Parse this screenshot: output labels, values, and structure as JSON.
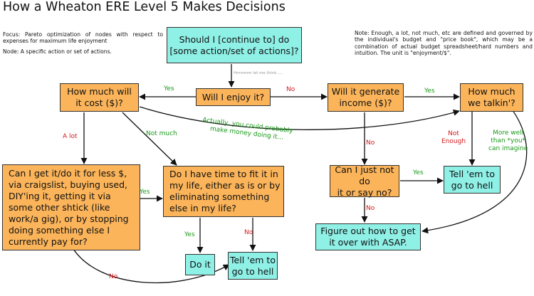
{
  "title": "How a Wheaton ERE Level 5 Makes Decisions",
  "notes": {
    "focus": "Focus: Pareto optimization of nodes with respect to expenses for maximum life enjoyment",
    "node": "Node: A specific action or set of actions.",
    "definition": "Note: Enough, a lot, not much, etc are defined and governed by the individual's budget and \"price book\", which may be a combination of actual budget spreadsheet/hard numbers and intuition. The unit is \"enjoyment/$\"."
  },
  "nodes": {
    "start": [
      "Should I [continue to] do",
      "[some action/set of actions]?"
    ],
    "enjoy": "Will I enjoy it?",
    "cost": [
      "How much will",
      "it cost ($)?"
    ],
    "income": [
      "Will it generate",
      "income ($)?"
    ],
    "how_much": [
      "How much",
      "we talkin'?"
    ],
    "cheaper": [
      "Can I get it/do it for less $,",
      "via craigslist, buying used,",
      "DIY'ing it, getting it via",
      "some other shtick (like",
      "work/a gig), or by stopping",
      "doing something else I",
      "currently pay for?"
    ],
    "time": [
      "Do I have time to fit it in",
      "my life, either as is or by",
      "eliminating something",
      "else in my life?"
    ],
    "not_do": [
      "Can I just not do",
      "it or say no?"
    ],
    "hell_1": [
      "Tell 'em to",
      "go to hell"
    ],
    "hell_2": [
      "Tell 'em to",
      "go to hell"
    ],
    "get_over": [
      "Figure out how to get",
      "it over with ASAP."
    ],
    "do_it": "Do it"
  },
  "labels": {
    "thinking": "Hmmmm let me think.....",
    "yes_enjoy": "Yes",
    "no_enjoy": "No",
    "yes_income": "Yes",
    "a_lot": "A lot",
    "not_much": "Not much",
    "actually": [
      "Actually, you could probably",
      "make money doing it..."
    ],
    "no_income": "No",
    "not_enough": [
      "Not",
      "Enough"
    ],
    "more_well": [
      "More well",
      "than *you*",
      "can imagine"
    ],
    "yes_cheaper": "Yes",
    "yes_notdo": "Yes",
    "no_notdo": "No",
    "yes_time": "Yes",
    "no_time": "No",
    "no_cheaper": "No"
  },
  "colors": {
    "decision": "#fbb45a",
    "outcome": "#8ff0e6",
    "yes": "#1a9a1a",
    "no": "#d11a1a"
  }
}
